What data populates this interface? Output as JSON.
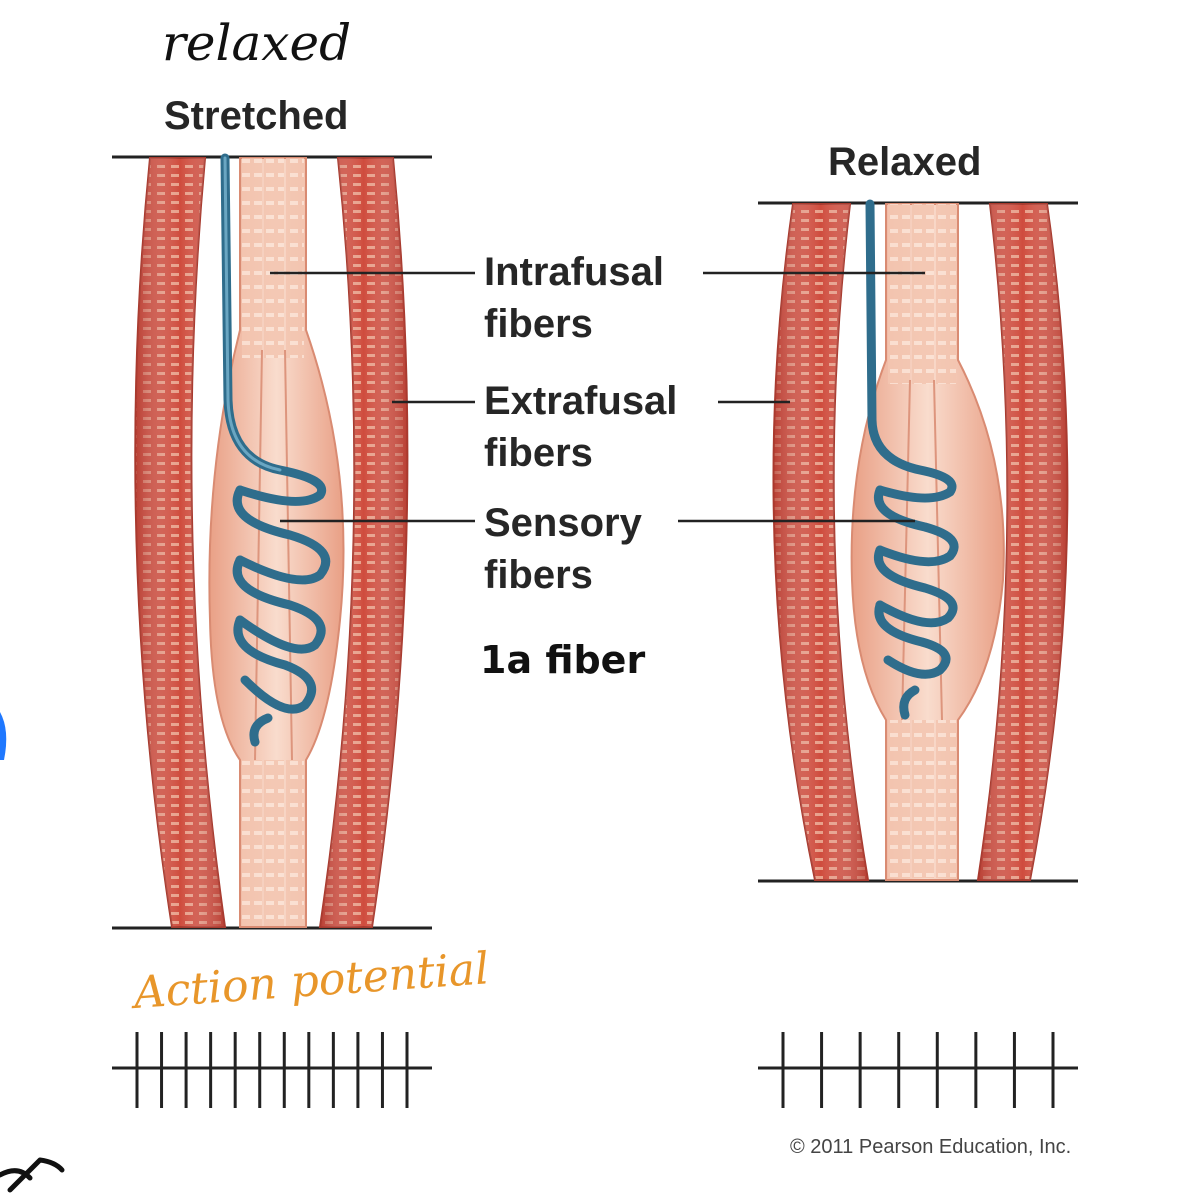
{
  "annotations": {
    "handwritten_top": "relaxed",
    "handwritten_bottom": "Action potential"
  },
  "panels": {
    "left_title": "Stretched",
    "right_title": "Relaxed"
  },
  "labels": {
    "intrafusal_line1": "Intrafusal",
    "intrafusal_line2": "fibers",
    "extrafusal_line1": "Extrafusal",
    "extrafusal_line2": "fibers",
    "sensory_line1": "Sensory",
    "sensory_line2": "fibers"
  },
  "note_1a": "1a fiber",
  "copyright": "© 2011 Pearson Education, Inc.",
  "action_potential_spikes": {
    "stretched": 12,
    "relaxed": 8
  },
  "colors": {
    "extrafusal": "#c9473a",
    "extrafusal_stripe": "#e9a48f",
    "intrafusal": "#f2c0aa",
    "spindle": "#f0b69e",
    "sensory_nerve": "#2f6d8c",
    "handwriting_orange": "#e8962a",
    "line": "#222222"
  }
}
